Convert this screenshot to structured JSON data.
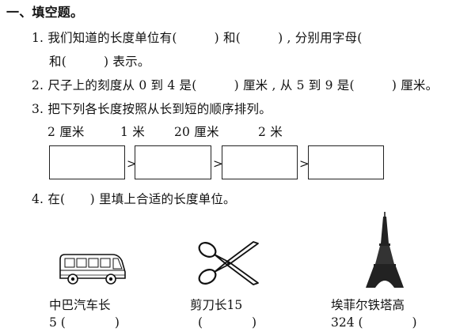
{
  "section_title": "一、填空题。",
  "q1": {
    "line1": "1. 我们知道的长度单位有(　　　) 和(　　　) , 分别用字母(",
    "line2": "和(　　　) 表示。"
  },
  "q2": "2. 尺子上的刻度从 0 到 4 是(　　　) 厘米 , 从 5 到 9 是(　　　) 厘米。",
  "q3": {
    "prompt": "3. 把下列各长度按照从长到短的顺序排列。",
    "lengths": [
      "2 厘米",
      "1 米",
      "20 厘米",
      "2 米"
    ],
    "separator": ">"
  },
  "q4": {
    "prompt": "4. 在(　　) 里填上合适的长度单位。",
    "items": [
      {
        "label": "中巴汽车长",
        "answer": "5 (　　　　)",
        "icon": "bus-icon"
      },
      {
        "label": "剪刀长15",
        "answer": "(　　　　)",
        "icon": "scissors-icon"
      },
      {
        "label": "埃菲尔铁塔高",
        "answer": "324 (　　　　)",
        "icon": "eiffel-tower-icon"
      }
    ]
  }
}
